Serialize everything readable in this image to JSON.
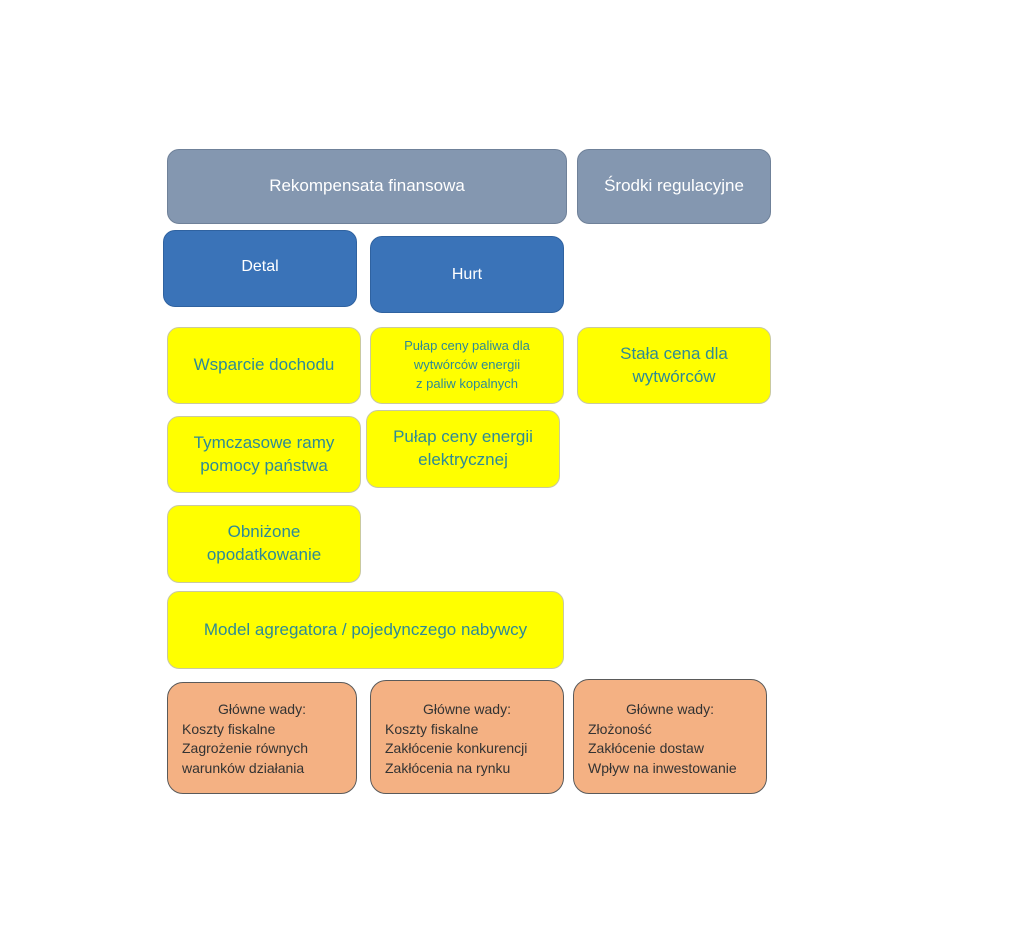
{
  "top": {
    "financial": "Rekompensata finansowa",
    "regulatory": "Środki regulacyjne"
  },
  "second": {
    "retail": "Detal",
    "wholesale": "Hurt"
  },
  "yellow": {
    "income_support": "Wsparcie dochodu",
    "fuel_price_cap": [
      "Pułap ceny paliwa dla",
      "wytwórców  energii",
      "z paliw kopalnych"
    ],
    "fixed_price": [
      "Stała cena dla",
      "wytwórców"
    ],
    "temporary_framework": [
      "Tymczasowe ramy",
      "pomocy państwa"
    ],
    "electricity_price_cap": [
      "Pułap ceny energii",
      "elektrycznej"
    ],
    "reduced_taxation": [
      "Obniżone",
      "opodatkowanie"
    ],
    "aggregator_model": "Model agregatora / pojedynczego nabywcy"
  },
  "drawbacks": [
    {
      "header": "Główne wady:",
      "lines": [
        "Koszty fiskalne",
        "Zagrożenie równych",
        "warunków  działania"
      ]
    },
    {
      "header": "Główne wady:",
      "lines": [
        "Koszty fiskalne",
        "Zakłócenie konkurencji",
        "Zakłócenia na rynku"
      ]
    },
    {
      "header": "Główne wady:",
      "lines": [
        "Złożoność",
        "Zakłócenie dostaw",
        "Wpływ na inwestowanie"
      ]
    }
  ],
  "colors": {
    "category_grey": "#8497b0",
    "subcategory_blue": "#3a73b8",
    "measure_yellow": "#ffff00",
    "measure_text": "#2e8a96",
    "drawback_orange": "#f4b183"
  }
}
